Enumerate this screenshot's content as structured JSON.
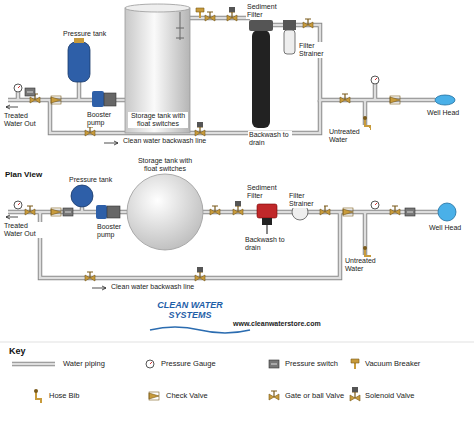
{
  "diagram": {
    "labels": [
      "Pressure tank",
      "Storage tank with float switches",
      "Sediment Filter",
      "Filter Strainer",
      "Backwash to drain",
      "Treated Water Out",
      "Booster pump",
      "Clean water backwash line",
      "Untreated Water",
      "Well Head",
      "Plan View",
      "Pressure tank",
      "Storage tank with float switches",
      "Sediment Filter",
      "Filter Strainer",
      "Backwash to drain",
      "Treated Water Out",
      "Booster pump",
      "Clean water backwash line",
      "Untreated Water",
      "Well Head",
      "CLEAN WATER SYSTEMS",
      "www.cleanwaterstore.com",
      "Key"
    ],
    "legend": [
      {
        "text": "Water piping"
      },
      {
        "text": "Pressure Gauge"
      },
      {
        "text": "Pressure switch"
      },
      {
        "text": "Vacuum Breaker"
      },
      {
        "text": "Hose Bib"
      },
      {
        "text": "Check Valve"
      },
      {
        "text": "Gate or ball Valve"
      },
      {
        "text": "Solenoid Valve"
      }
    ]
  }
}
